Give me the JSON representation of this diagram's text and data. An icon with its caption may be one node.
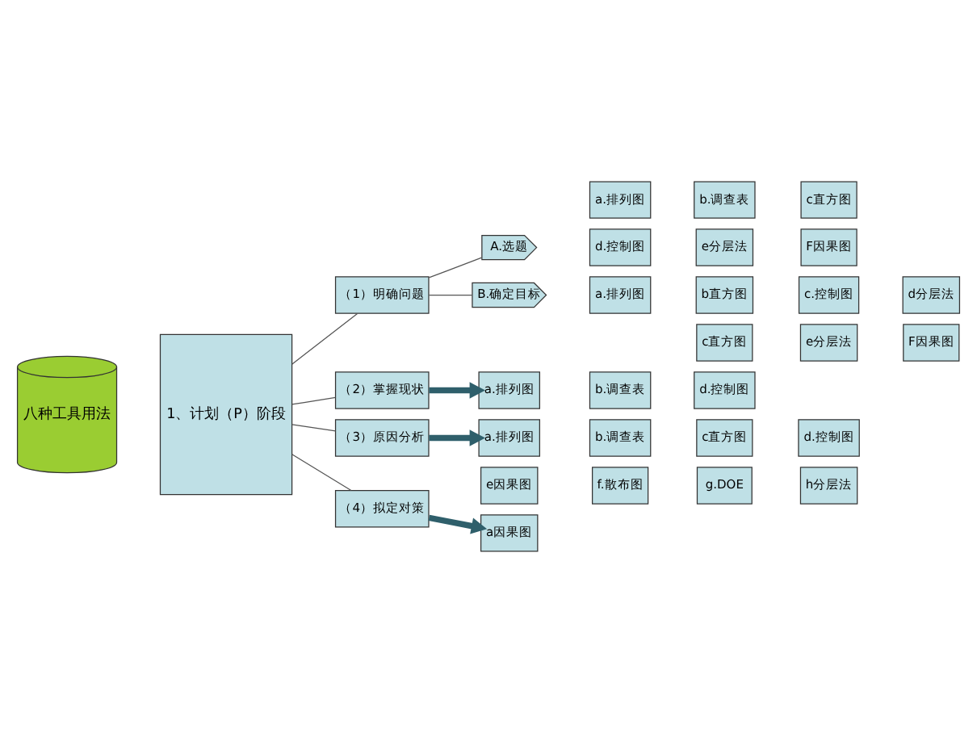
{
  "diagram": {
    "nodes": [
      {
        "text": [
          "八种工具用法"
        ]
      },
      {
        "text": [
          "1、计划（P）阶段"
        ]
      },
      {
        "text": [
          "（1）明确问题"
        ]
      },
      {
        "text": [
          "A.选题"
        ]
      },
      {
        "text": [
          "a.排列图"
        ]
      },
      {
        "text": [
          "b.调查表"
        ]
      },
      {
        "text": [
          "c直方图"
        ]
      },
      {
        "text": [
          "d.控制图"
        ]
      },
      {
        "text": [
          "e分层法"
        ]
      },
      {
        "text": [
          "F因果图"
        ]
      },
      {
        "text": [
          "B.确定目标"
        ]
      },
      {
        "text": [
          "a.排列图"
        ]
      },
      {
        "text": [
          "b直方图"
        ]
      },
      {
        "text": [
          "c.控制图"
        ]
      },
      {
        "text": [
          "d分层法"
        ]
      },
      {
        "text": [
          "（2）掌握现状"
        ]
      },
      {
        "text": [
          "a.排列图"
        ]
      },
      {
        "text": [
          "b.调查表"
        ]
      },
      {
        "text": [
          "c直方图"
        ]
      },
      {
        "text": [
          "d.控制图"
        ]
      },
      {
        "text": [
          "e分层法"
        ]
      },
      {
        "text": [
          "F因果图"
        ]
      },
      {
        "text": [
          "（3）原因分析"
        ]
      },
      {
        "text": [
          "a.排列图"
        ]
      },
      {
        "text": [
          "b.调查表"
        ]
      },
      {
        "text": [
          "c直方图"
        ]
      },
      {
        "text": [
          "d.控制图"
        ]
      },
      {
        "text": [
          "e因果图"
        ]
      },
      {
        "text": [
          "f.散布图"
        ]
      },
      {
        "text": [
          "g.DOE"
        ]
      },
      {
        "text": [
          "h分层法"
        ]
      },
      {
        "text": [
          "（4）拟定对策"
        ]
      },
      {
        "text": [
          "a因果图"
        ]
      }
    ],
    "edges": [
      {
        "from": 1,
        "to": 2,
        "arrow": "none"
      },
      {
        "from": 1,
        "to": 15,
        "arrow": "none"
      },
      {
        "from": 1,
        "to": 22,
        "arrow": "none"
      },
      {
        "from": 1,
        "to": 31,
        "arrow": "none"
      },
      {
        "from": 2,
        "to": 3,
        "arrow": "none"
      },
      {
        "from": 2,
        "to": 10,
        "arrow": "none"
      },
      {
        "from": 15,
        "to": 16,
        "arrow": "to",
        "style": "thick"
      },
      {
        "from": 22,
        "to": 23,
        "arrow": "to",
        "style": "thick"
      },
      {
        "from": 31,
        "to": 32,
        "arrow": "to",
        "style": "thick"
      }
    ]
  }
}
